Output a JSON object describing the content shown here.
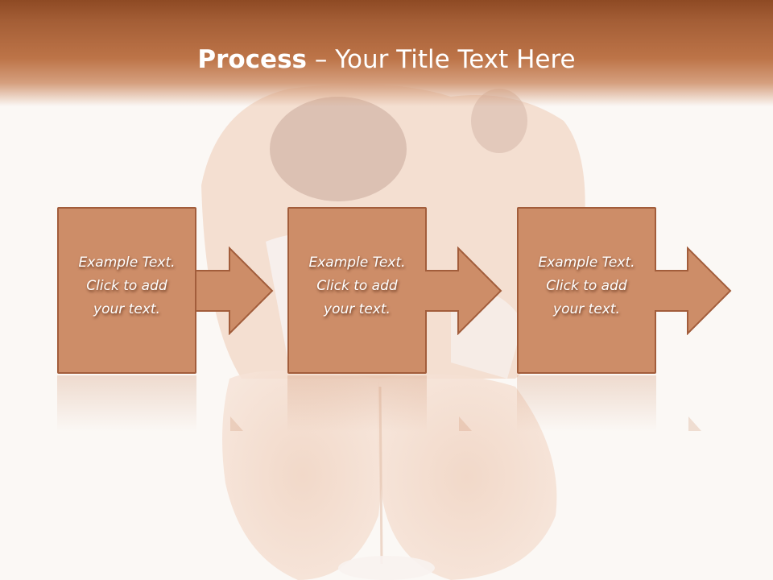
{
  "title": {
    "bold": "Process",
    "rest": " – Your Title Text Here"
  },
  "steps": [
    {
      "line1": "Example Text.",
      "line2": "Click  to add",
      "line3": "your text."
    },
    {
      "line1": "Example Text.",
      "line2": "Click  to add",
      "line3": "your text."
    },
    {
      "line1": "Example Text.",
      "line2": "Click  to add",
      "line3": "your text."
    }
  ],
  "colors": {
    "header_dark": "#8e4a24",
    "header_mid": "#bd7448",
    "box_fill": "#cd8d68",
    "box_border": "#a25d3b",
    "background": "#fbf8f5"
  },
  "icons": [
    "right-arrow-icon"
  ]
}
